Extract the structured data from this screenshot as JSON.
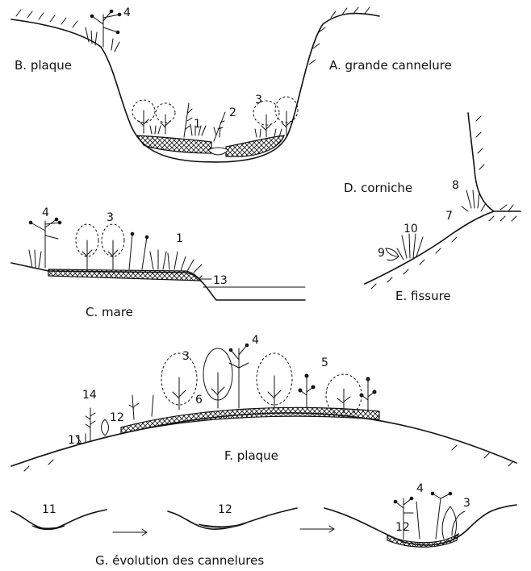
{
  "panels": {
    "a": "A. grande cannelure",
    "b": "B. plaque",
    "c": "C. mare",
    "d": "D. corniche",
    "e": "E. fissure",
    "f": "F. plaque",
    "g": "G. évolution des cannelures"
  },
  "numbers": {
    "a_1": "1",
    "a_2": "2",
    "a_3": "3",
    "b_4": "4",
    "c_4": "4",
    "c_3": "3",
    "c_1": "1",
    "c_13": "13",
    "d_8": "8",
    "d_7": "7",
    "e_10": "10",
    "e_9": "9",
    "f_3": "3",
    "f_4": "4",
    "f_5": "5",
    "f_6": "6",
    "f_14": "14",
    "f_12": "12",
    "f_11": "11",
    "g_11": "11",
    "g_12a": "12",
    "g_12b": "12",
    "g_4": "4",
    "g_3": "3"
  }
}
